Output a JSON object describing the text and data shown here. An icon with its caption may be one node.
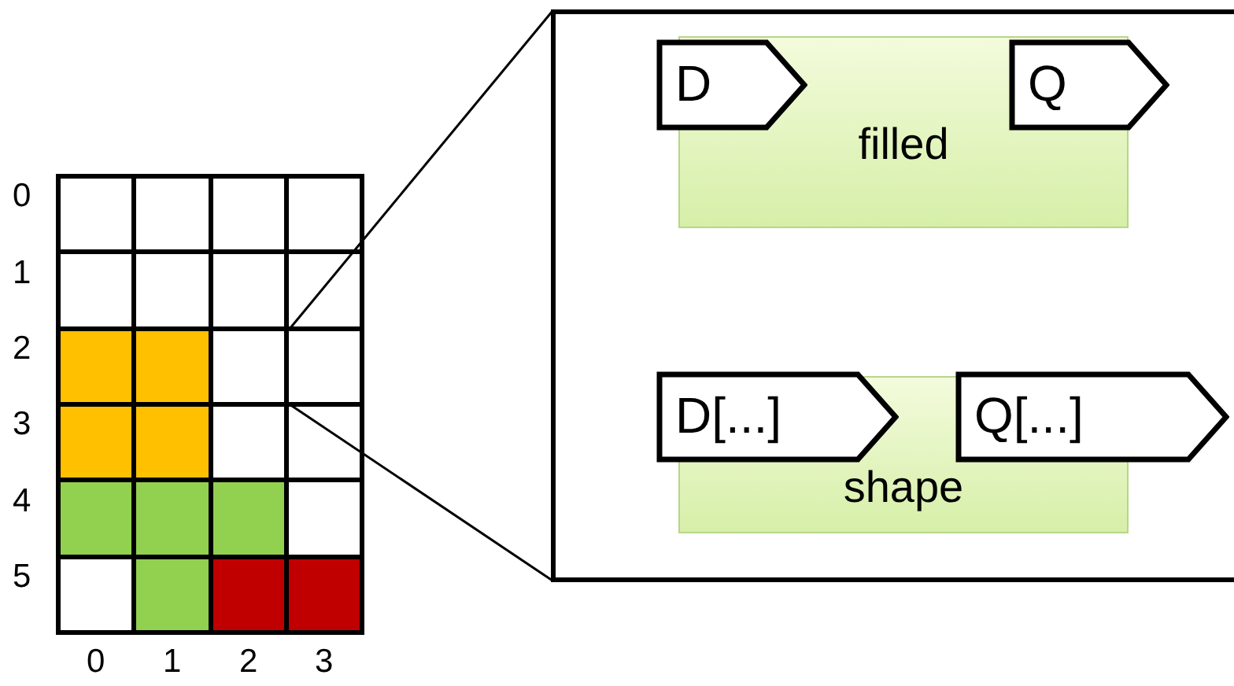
{
  "diagram": {
    "nodes": [
      {
        "text": [],
        "shape": "box"
      },
      {
        "text": [
          "D"
        ],
        "in": 0
      },
      {
        "text": [
          "Q"
        ],
        "in": 0
      },
      {
        "text": [
          "filled"
        ],
        "in": 0
      },
      {
        "text": [
          "D[...]"
        ],
        "in": 0
      },
      {
        "text": [
          "Q[...]"
        ],
        "in": 0
      },
      {
        "text": [
          "shape"
        ],
        "in": 0
      }
    ],
    "edges": [],
    "labels": [
      "0",
      "1",
      "2",
      "3",
      "4",
      "5",
      "0",
      "1",
      "2",
      "3"
    ]
  }
}
